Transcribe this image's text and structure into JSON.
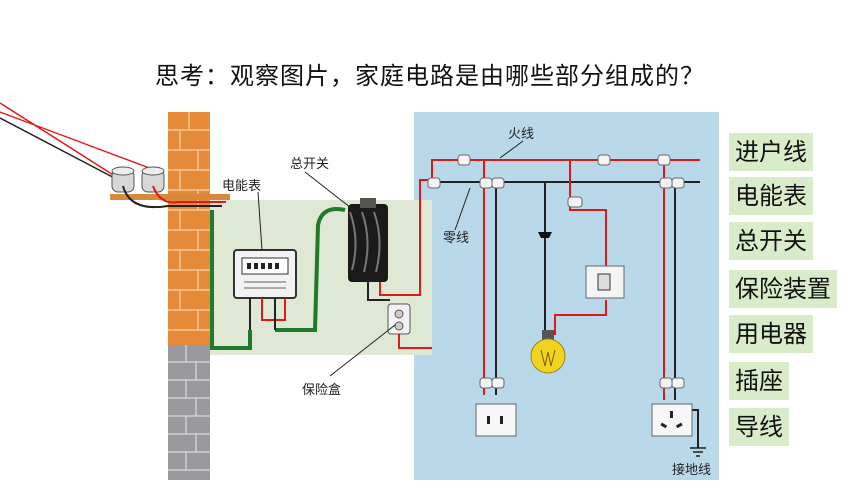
{
  "title": "思考：观察图片，家庭电路是由哪些部分组成的？",
  "diagram_labels": {
    "meter": "电能表",
    "main_switch": "总开关",
    "fuse_box": "保险盒",
    "live_wire": "火线",
    "neutral_wire": "零线",
    "ground": "接地线"
  },
  "components": [
    {
      "label": "进户线"
    },
    {
      "label": "电能表"
    },
    {
      "label": "总开关"
    },
    {
      "label": "保险装置"
    },
    {
      "label": "用电器"
    },
    {
      "label": "插座"
    },
    {
      "label": "导线"
    }
  ],
  "colors": {
    "live": "#e01818",
    "neutral": "#222222",
    "green_wire": "#1f7a2a",
    "brick": "#e07a2a",
    "panel_bg": "#b9d8ea",
    "box_bg": "#dfe8d5",
    "label_bg": "#d9ecc9"
  }
}
